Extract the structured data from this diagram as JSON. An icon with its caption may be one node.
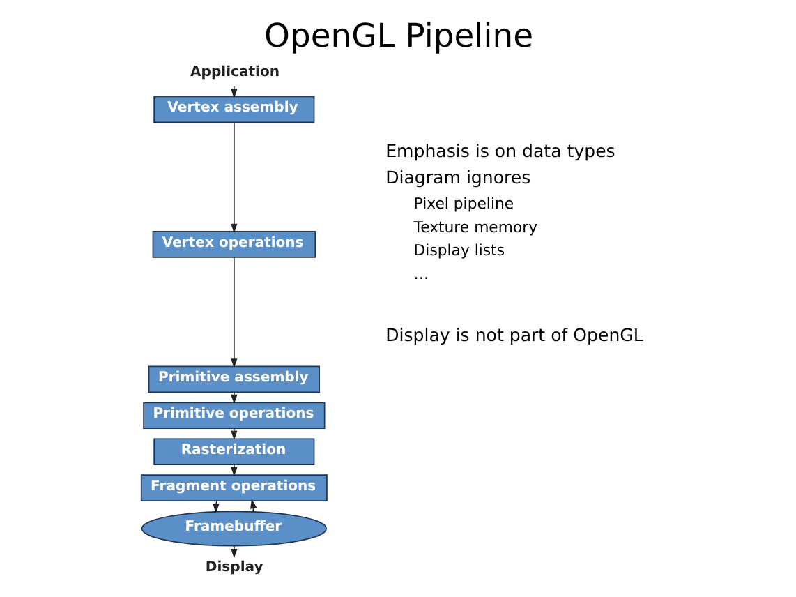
{
  "diagram": {
    "title": "OpenGL Pipeline",
    "nodes": [
      {
        "text": [
          "Application"
        ]
      },
      {
        "text": [
          "Vertex assembly"
        ]
      },
      {
        "text": [
          "Vertex operations"
        ]
      },
      {
        "text": [
          "Primitive assembly"
        ]
      },
      {
        "text": [
          "Primitive operations"
        ]
      },
      {
        "text": [
          "Rasterization"
        ]
      },
      {
        "text": [
          "Fragment operations"
        ]
      },
      {
        "text": [
          "Framebuffer"
        ]
      },
      {
        "text": [
          "Display"
        ]
      }
    ],
    "edges": [
      {
        "from": 0,
        "to": 1,
        "arrow": "to"
      },
      {
        "from": 1,
        "to": 2,
        "arrow": "to"
      },
      {
        "from": 2,
        "to": 3,
        "arrow": "to"
      },
      {
        "from": 3,
        "to": 4,
        "arrow": "to"
      },
      {
        "from": 4,
        "to": 5,
        "arrow": "to"
      },
      {
        "from": 5,
        "to": 6,
        "arrow": "to"
      },
      {
        "from": 6,
        "to": 7,
        "arrow": "to"
      },
      {
        "from": 7,
        "to": 6,
        "arrow": "to"
      },
      {
        "from": 7,
        "to": 8,
        "arrow": "to"
      }
    ],
    "labels": [
      "Emphasis is on data types",
      "Diagram ignores",
      "Pixel pipeline",
      "Texture memory",
      "Display lists",
      "…",
      "Display is not part of OpenGL"
    ]
  }
}
